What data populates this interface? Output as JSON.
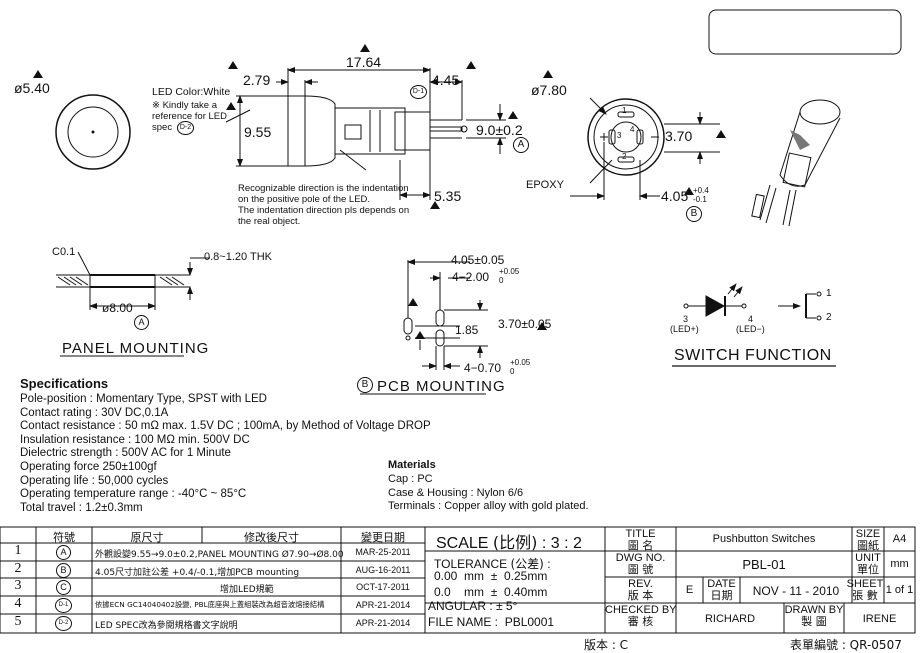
{
  "header_box": "",
  "front_view": {
    "diameter": "ø5.40"
  },
  "led_note": {
    "label": "LED Color:White",
    "note1": "※ Kindly take a",
    "note2": "reference for LED",
    "note3": "spec",
    "ref": "D-2"
  },
  "side_view": {
    "d_1764": "17.64",
    "d_279": "2.79",
    "d_445": "4.45",
    "d_955": "9.55",
    "d_90": "9.0±0.2",
    "d_535": "5.35",
    "ref_d1": "D-1",
    "ref_a": "A",
    "note1": "Recognizable direction is the indentation",
    "note2": "on the positive pole of the LED.",
    "note3": "The indentation direction pls depends on",
    "note4": "the real object."
  },
  "end_view": {
    "d_780": "ø7.80",
    "d_370": "3.70",
    "d_405": "4.05",
    "tol_up": "+0.4",
    "tol_dn": "-0.1",
    "ref_b": "B",
    "epoxy": "EPOXY",
    "pin1": "1",
    "pin2": "2",
    "pin3": "3",
    "pin4": "4"
  },
  "panel": {
    "c01": "C0.1",
    "thk": "0.8~1.20  THK",
    "d_800": "ø8.00",
    "ref_a": "A",
    "title": "PANEL  MOUNTING"
  },
  "pcb": {
    "d_405": "4.05±0.05",
    "d_4_200": "4−2.00",
    "tol1_up": "+0.05",
    "tol1_dn": "0",
    "d_185": "1.85",
    "d_370": "3.70±0.05",
    "d_4_070": "4−0.70",
    "tol2_up": "+0.05",
    "tol2_dn": "0",
    "ref_b": "B",
    "title": "PCB  MOUNTING"
  },
  "switch_function": {
    "title": "SWITCH   FUNCTION",
    "led_p_num": "3",
    "led_p": "(LED+)",
    "led_m_num": "4",
    "led_m": "(LED−)",
    "t1": "1",
    "t2": "2"
  },
  "specifications": {
    "title": "Specifications",
    "lines": [
      "Pole-position : Momentary Type, SPST with LED",
      "Contact rating : 30V DC,0.1A",
      "Contact resistance : 50 mΩ max. 1.5V DC ; 100mA,  by Method of Voltage DROP",
      "Insulation resistance : 100 MΩ min. 500V DC",
      "Dielectric strength : 500V AC for 1 Minute",
      "Operating force 250±100gf",
      "Operating life : 50,000 cycles",
      "Operating temperature range : -40°C ~ 85°C",
      "Total travel : 1.2±0.3mm"
    ]
  },
  "materials": {
    "title": "Materials",
    "lines": [
      "Cap : PC",
      "Case & Housing : Nylon 6/6",
      "Terminals : Copper alloy with gold plated."
    ]
  },
  "revisions": {
    "headers": [
      "符號",
      "原尺寸",
      "修改後尺寸",
      "變更日期"
    ],
    "rows": [
      {
        "num": "1",
        "sym": "A",
        "desc": "外觀設變9.55→9.0±0.2,PANEL MOUNTING Ø7.90→Ø8.00",
        "date": "MAR-25-2011"
      },
      {
        "num": "2",
        "sym": "B",
        "desc": "4.05尺寸加註公差 +0.4/-0.1,增加PCB mounting",
        "date": "AUG-16-2011"
      },
      {
        "num": "3",
        "sym": "C",
        "desc": "增加LED規範",
        "date": "OCT-17-2011"
      },
      {
        "num": "4",
        "sym": "D-1",
        "desc": "依據ECN GC14040402設變, PBL底座與上蓋組裝改為超音波熔接結構",
        "date": "APR-21-2014"
      },
      {
        "num": "5",
        "sym": "D-2",
        "desc": "LED SPEC改為參閱規格書文字說明",
        "date": "APR-21-2014"
      }
    ]
  },
  "scale": {
    "label": "SCALE",
    "cn": "(比例)",
    "value": ":   3 : 2"
  },
  "tolerance": {
    "label": "TOLERANCE",
    "cn": "(公差)",
    "colon": ":",
    "l1a": "0.00",
    "l1b": "mm",
    "l1c": "±",
    "l1d": "0.25mm",
    "l2a": "0.0",
    "l2b": "mm",
    "l2c": "±",
    "l2d": "0.40mm",
    "angular": "ANGULAR : ± 5°",
    "file_label": "FILE NAME :",
    "file_value": "PBL0001"
  },
  "title_block": {
    "title_en": "TITLE",
    "title_cn": "圖 名",
    "title_value": "Pushbutton Switches",
    "size_en": "SIZE",
    "size_cn": "圖紙",
    "size_value": "A4",
    "dwg_en": "DWG NO.",
    "dwg_cn": "圖 號",
    "dwg_value": "PBL-01",
    "unit_en": "UNIT",
    "unit_cn": "單位",
    "unit_value": "mm",
    "rev_en": "REV.",
    "rev_cn": "版 本",
    "rev_value": "E",
    "date_en": "DATE",
    "date_cn": "日期",
    "date_value": "NOV - 11 - 2010",
    "sheet_en": "SHEET",
    "sheet_cn": "張 數",
    "sheet_value": "1 of 1",
    "checked_en": "CHECKED BY",
    "checked_cn": "審 核",
    "checked_value": "RICHARD",
    "drawn_en": "DRAWN BY",
    "drawn_cn": "製 圖",
    "drawn_value": "IRENE"
  },
  "footer": {
    "version": "版本 : C",
    "form_no": "表單編號 : QR-0507"
  }
}
